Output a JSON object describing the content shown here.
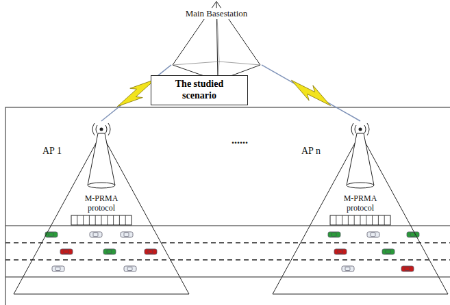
{
  "diagram": {
    "nodes": [
      {
        "text": [
          "Main Basestation"
        ]
      },
      {
        "text": [
          "The studied scenario"
        ]
      },
      {
        "text": [
          "AP 1",
          "M-PRMA protocol"
        ]
      },
      {
        "text": [
          "AP n",
          "M-PRMA protocol"
        ]
      }
    ],
    "edges": [
      {
        "from": 0,
        "to": 2,
        "arrow": "none"
      },
      {
        "from": 0,
        "to": 3,
        "arrow": "none"
      }
    ],
    "labels": [
      "......"
    ]
  }
}
